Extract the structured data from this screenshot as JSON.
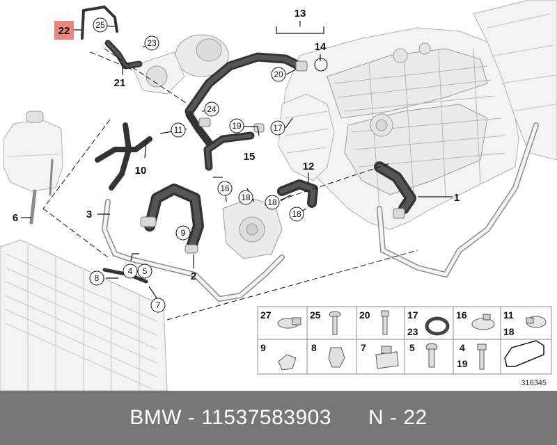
{
  "callouts": {
    "c1": "1",
    "c2": "2",
    "c3": "3",
    "c4": "4",
    "c5": "5",
    "c6": "6",
    "c7": "7",
    "c8": "8",
    "c9": "9",
    "c10": "10",
    "c11": "11",
    "c12": "12",
    "c13": "13",
    "c14": "14",
    "c15": "15",
    "c16": "16",
    "c17": "17",
    "c18a": "18",
    "c18b": "18",
    "c18c": "18",
    "c19": "19",
    "c20": "20",
    "c21": "21",
    "c22": "22",
    "c23": "23",
    "c24": "24",
    "c25": "25"
  },
  "legend": {
    "l27": "27",
    "l25": "25",
    "l20": "20",
    "l17": "17",
    "l23": "23",
    "l16": "16",
    "l11": "11",
    "l18": "18",
    "l9": "9",
    "l8": "8",
    "l7": "7",
    "l5": "5",
    "l4": "4",
    "l19": "19"
  },
  "diagram_number": "316345",
  "highlight_color": "#e8877f",
  "footer": {
    "text": "BMW - 11537583903      N - 22"
  }
}
